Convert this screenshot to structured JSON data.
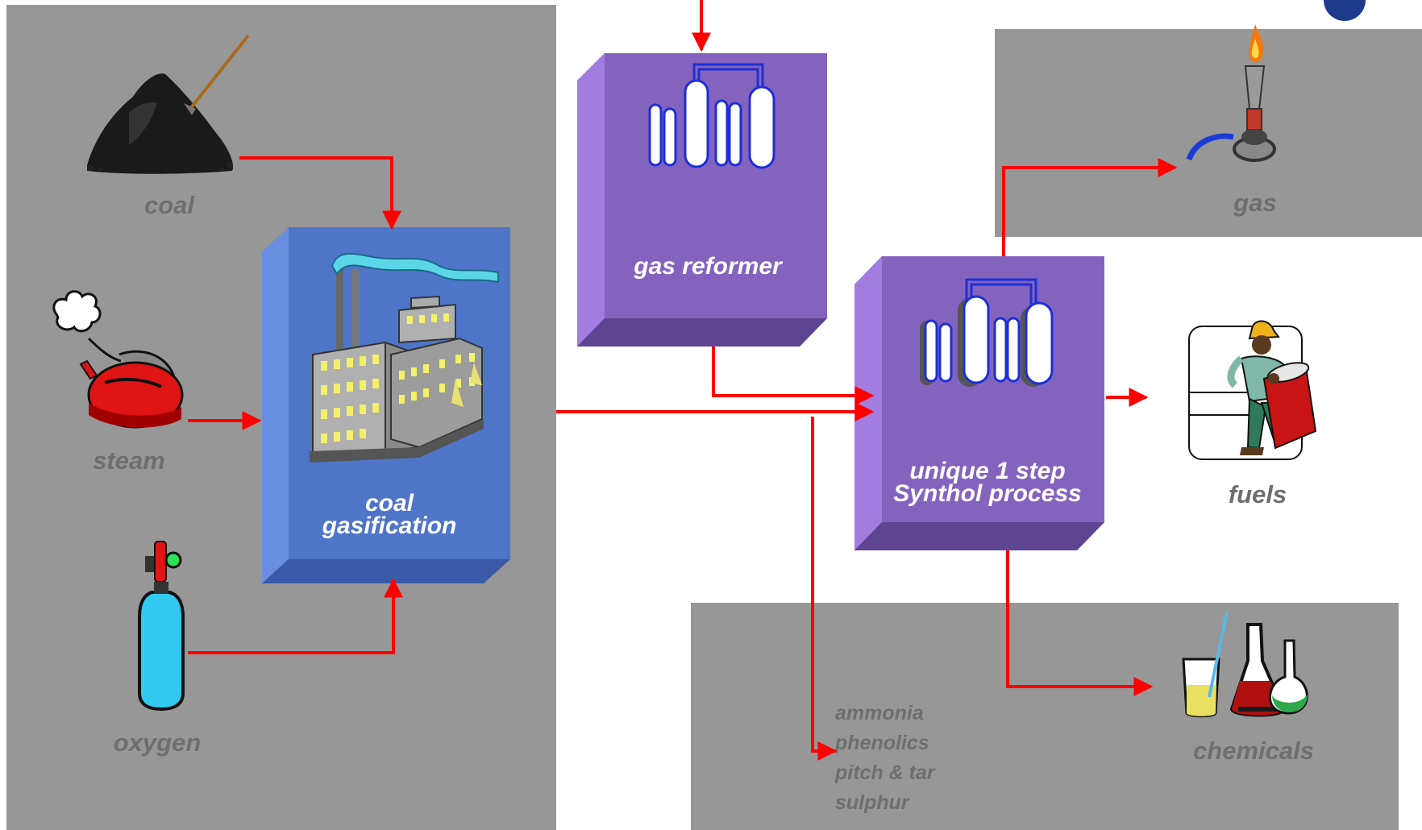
{
  "colors": {
    "panel_gray": "#979797",
    "arrow_red": "#ff0000",
    "gasifier_blue": "#4f75c9",
    "reactor_purple": "#8463bf",
    "label_gray": "#6e6e6e",
    "label_white": "#ffffff"
  },
  "inputs": [
    {
      "name": "coal",
      "icon": "coal-pile-icon"
    },
    {
      "name": "steam",
      "icon": "steam-kettle-icon"
    },
    {
      "name": "oxygen",
      "icon": "oxygen-cylinder-icon"
    }
  ],
  "processes": {
    "gasification": {
      "line1": "coal",
      "line2": "gasification",
      "icon": "factory-icon"
    },
    "reformer": {
      "label": "gas reformer",
      "icon": "distillation-columns-icon"
    },
    "synthol": {
      "line1": "unique 1 step",
      "line2": "Synthol process",
      "icon": "distillation-columns-icon"
    }
  },
  "outputs": {
    "gas": {
      "label": "gas",
      "icon": "bunsen-burner-icon"
    },
    "fuels": {
      "label": "fuels",
      "icon": "worker-drum-icon"
    },
    "chemicals": {
      "label": "chemicals",
      "icon": "lab-flasks-icon"
    }
  },
  "byproducts": [
    "ammonia",
    "phenolics",
    "pitch & tar",
    "sulphur"
  ]
}
